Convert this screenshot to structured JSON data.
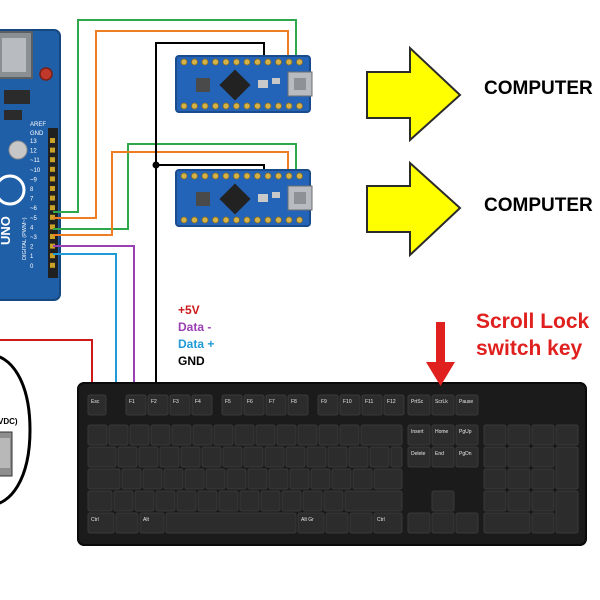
{
  "labels": {
    "computer_1": "COMPUTER",
    "computer_2": "COMPUTER",
    "legend": {
      "plus5v": "+5V",
      "data_minus": "Data -",
      "data_plus": "Data +",
      "gnd": "GND"
    },
    "scroll_lock_line1": "Scroll Lock",
    "scroll_lock_line2": "switch key",
    "power_label": "VDC)",
    "arduino_uno": "UNO",
    "arduino_digital": "DIGITAL (PWM~)",
    "arduino_aref": "AREF",
    "arduino_gnd": "GND"
  },
  "arduino_pins": [
    "13",
    "12",
    "~11",
    "~10",
    "~9",
    "8",
    "7",
    "~6",
    "~5",
    "4",
    "~3",
    "2",
    "1",
    "0"
  ],
  "colors": {
    "plus5v": "#cc1a1a",
    "data_minus": "#9b3fb5",
    "data_plus": "#1f9ad6",
    "gnd": "#000000",
    "wire_green": "#2ea84a",
    "wire_orange": "#ef7d22",
    "arrow_fill": "#ffff00",
    "scroll_arrow": "#e0201f",
    "board_blue": "#1f5fa8",
    "keyboard_body": "#1b1b1b",
    "key_cap": "#2a2a2a"
  },
  "keyboard": {
    "fn_row": [
      "Esc",
      "F1",
      "F2",
      "F3",
      "F4",
      "F5",
      "F6",
      "F7",
      "F8",
      "F9",
      "F10",
      "F11",
      "F12",
      "PrtSc",
      "ScrLk",
      "Pause"
    ],
    "nav_row1": [
      "Insert",
      "Home",
      "PgUp"
    ],
    "nav_row2": [
      "Delete",
      "End",
      "PgDn"
    ],
    "bottom_row": [
      "Ctrl",
      "Alt",
      "Alt Gr",
      "Ctrl"
    ]
  }
}
